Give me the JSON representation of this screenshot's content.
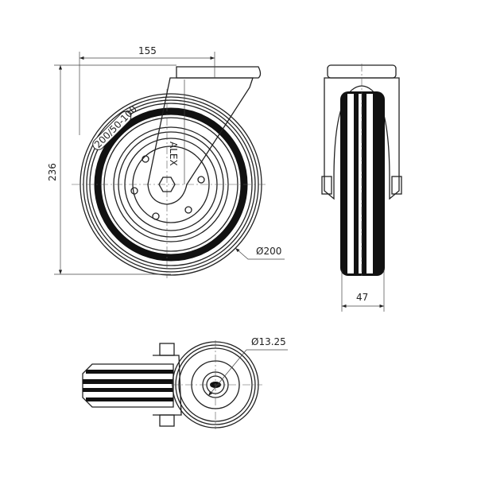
{
  "drawing": {
    "dimensions": {
      "bracket_offset": "155",
      "overall_height": "236",
      "wheel_diameter": "Ø200",
      "wheel_width": "47",
      "bore_diameter": "Ø13.25"
    },
    "tire_marking": "200/50-100",
    "bracket_logo": "ALEX"
  },
  "colors": {
    "line": "#222222",
    "tread": "#111111"
  }
}
